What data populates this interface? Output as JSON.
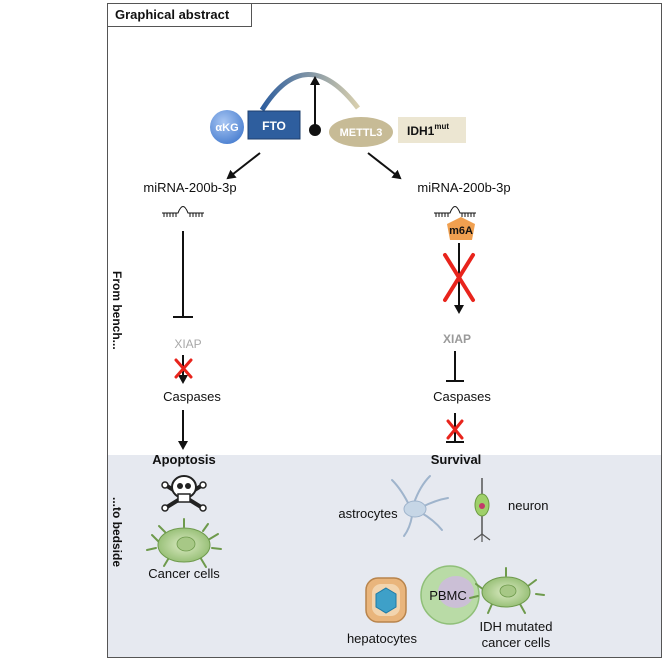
{
  "header": {
    "title": "Graphical abstract"
  },
  "side_labels": {
    "top": "From bench...",
    "bottom": "...to bedside"
  },
  "nodes": {
    "akg": "αKG",
    "fto": "FTO",
    "mettl3": "METTL3",
    "idh1": "IDH1",
    "idh1_sup": "mut",
    "mirna_left": "miRNA-200b-3p",
    "mirna_right": "miRNA-200b-3p",
    "m6a": "m6A",
    "xiap_left": "XIAP",
    "xiap_right": "XIAP",
    "caspases_left": "Caspases",
    "caspases_right": "Caspases",
    "apoptosis": "Apoptosis",
    "survival": "Survival"
  },
  "cells": {
    "cancer_cells": "Cancer cells",
    "astrocytes": "astrocytes",
    "neuron": "neuron",
    "hepatocytes": "hepatocytes",
    "pbmc": "PBMC",
    "idh_line1": "IDH mutated",
    "idh_line2": "cancer cells"
  },
  "colors": {
    "fto_box": "#2e5e9e",
    "akg_circle": "#5b8fd9",
    "mettl3_ellipse": "#c7bb96",
    "idh1_box": "#ece6d2",
    "m6a_pentagon": "#f0a050",
    "inhibition_cross": "#e8241c",
    "bedside_panel": "#e6e9f0"
  }
}
